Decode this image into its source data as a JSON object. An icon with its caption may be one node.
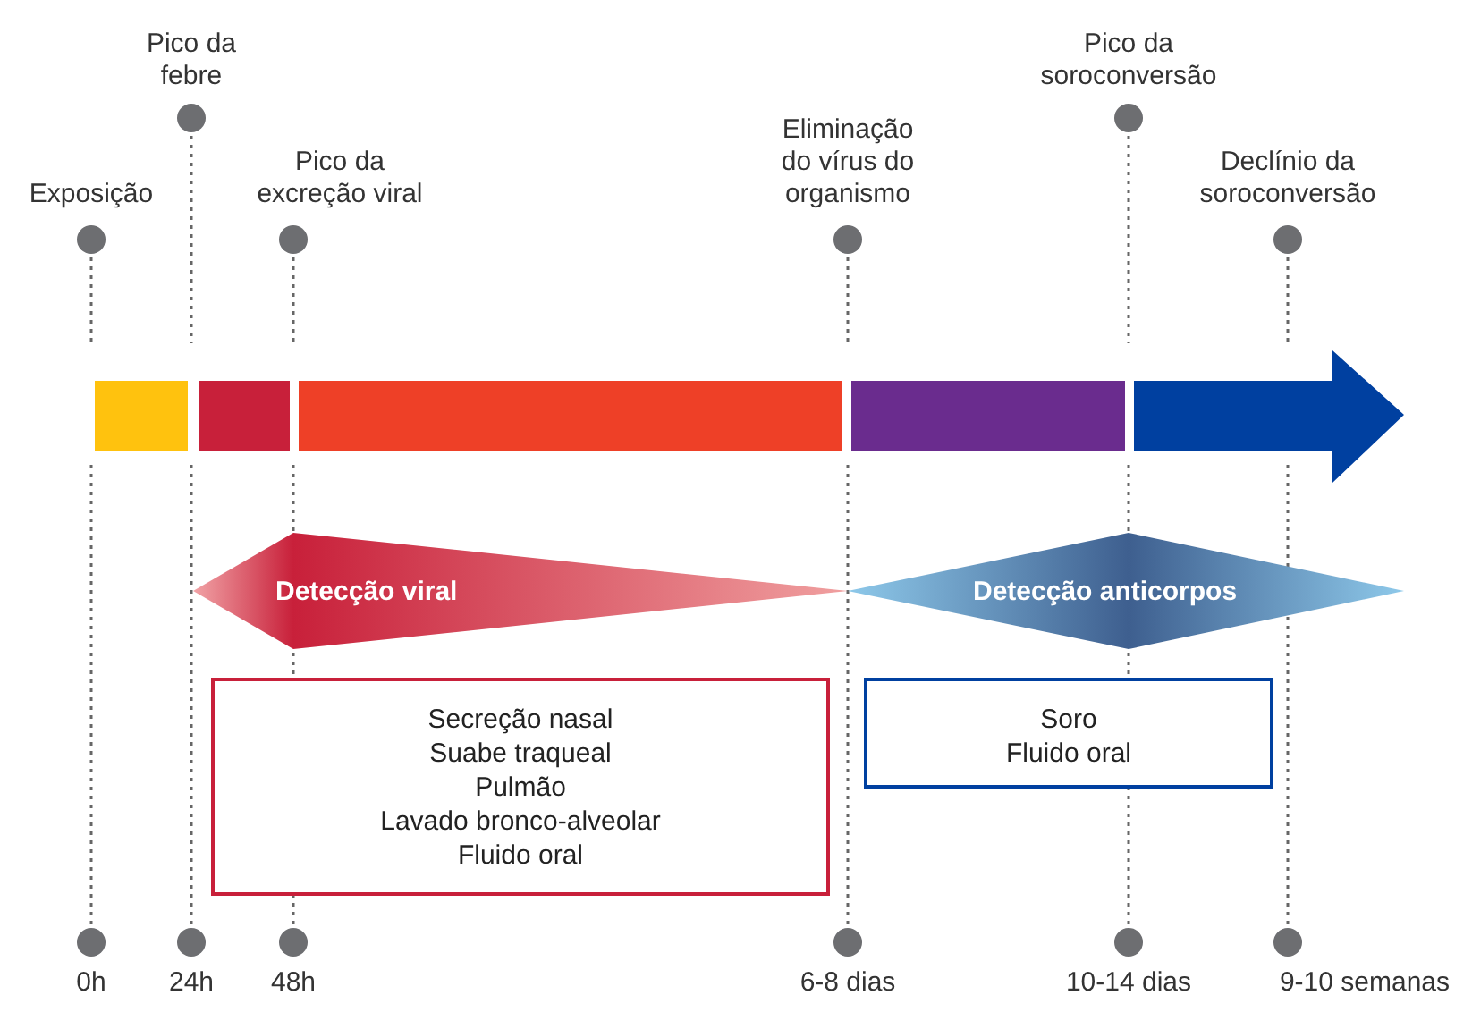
{
  "diagram": {
    "nodes": [
      {
        "text": [
          "Detecção viral"
        ]
      },
      {
        "text": [
          "Detecção anticorpos"
        ]
      },
      {
        "text": [
          "Secreção nasal",
          "Suabe traqueal",
          "Pulmão",
          "Lavado bronco-alveolar",
          "Fluido oral"
        ]
      },
      {
        "text": [
          "Soro",
          "Fluido oral"
        ]
      }
    ],
    "edges": [],
    "labels": [
      "Pico da febre",
      "Pico da soroconversão",
      "Exposição",
      "Pico da excreção viral",
      "Eliminação do vírus do organismo",
      "Declínio da soroconversão",
      "0h",
      "24h",
      "48h",
      "6-8 dias",
      "10-14 dias",
      "9-10 semanas"
    ]
  }
}
